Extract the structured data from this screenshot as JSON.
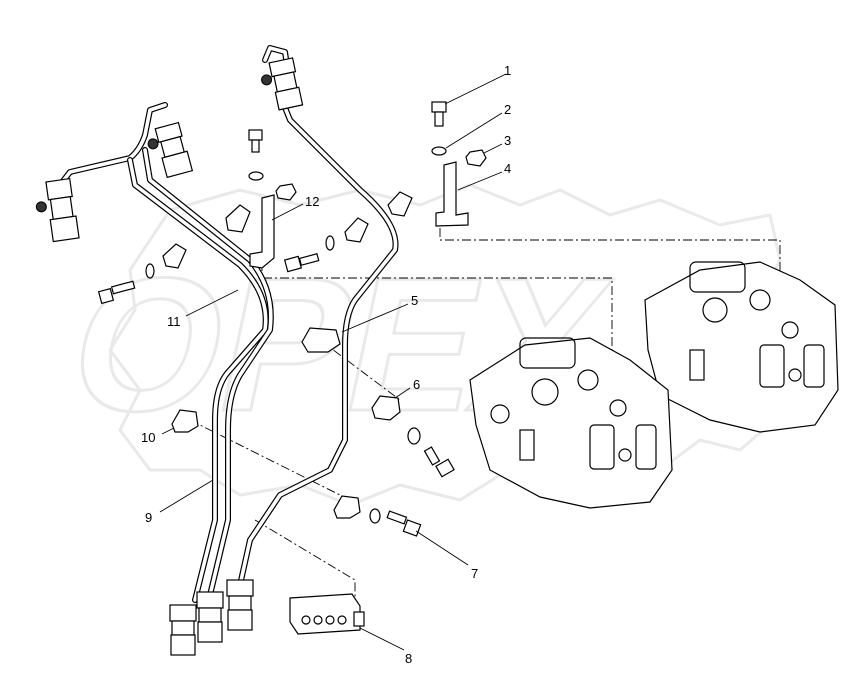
{
  "watermark": {
    "text": "OPEX"
  },
  "callouts": [
    {
      "id": "1",
      "label": "1"
    },
    {
      "id": "2",
      "label": "2"
    },
    {
      "id": "3",
      "label": "3"
    },
    {
      "id": "4",
      "label": "4"
    },
    {
      "id": "5",
      "label": "5"
    },
    {
      "id": "6",
      "label": "6"
    },
    {
      "id": "7",
      "label": "7"
    },
    {
      "id": "8",
      "label": "8"
    },
    {
      "id": "9",
      "label": "9"
    },
    {
      "id": "10",
      "label": "10"
    },
    {
      "id": "11",
      "label": "11"
    },
    {
      "id": "12",
      "label": "12"
    }
  ]
}
